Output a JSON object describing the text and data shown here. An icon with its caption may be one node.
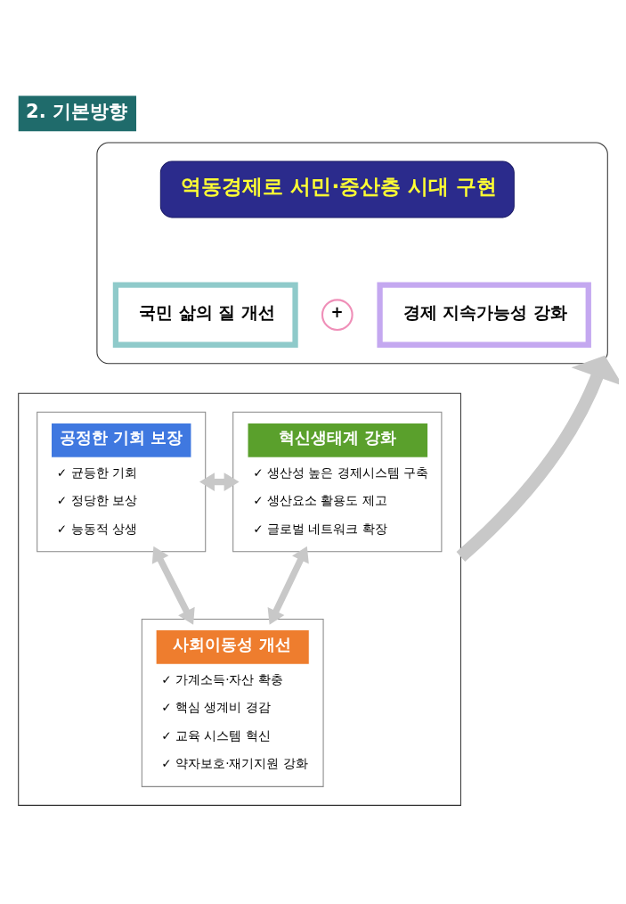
{
  "diagram": {
    "title": "2. 기본방향",
    "nodes": [
      {
        "text": [],
        "shape": "box"
      },
      {
        "text": [
          "역동경제로 서민·중산층 시대 구현"
        ],
        "in": 0
      },
      {
        "text": [
          "국민 삶의 질 개선"
        ],
        "in": 0
      },
      {
        "text": [
          "+"
        ],
        "in": 0
      },
      {
        "text": [
          "경제 지속가능성 강화"
        ],
        "in": 0
      },
      {
        "text": [],
        "shape": "box"
      },
      {
        "text": [
          "혁신생태계 강화",
          "✓ 생산성 높은 경제시스템 구축",
          "✓ 생산요소 활용도 제고",
          "✓ 글로벌 네트워크 확장"
        ],
        "in": 5
      },
      {
        "text": [
          "공정한 기회 보장",
          "✓ 균등한 기회",
          "✓ 정당한 보상",
          "✓ 능동적 상생"
        ],
        "in": 5
      },
      {
        "text": [
          "사회이동성 개선",
          "✓ 가계소득·자산 확충",
          "✓ 핵심 생계비 경감",
          "✓ 교육 시스템 혁신",
          "✓ 약자보호·재기지원 강화"
        ],
        "in": 5
      }
    ],
    "edges": [
      {
        "from": 5,
        "to": 0,
        "arrow": "to",
        "style": "thick"
      },
      {
        "from": 6,
        "to": 7,
        "arrow": "both"
      },
      {
        "from": 6,
        "to": 8,
        "arrow": "both"
      },
      {
        "from": 7,
        "to": 8,
        "arrow": "both"
      }
    ]
  }
}
